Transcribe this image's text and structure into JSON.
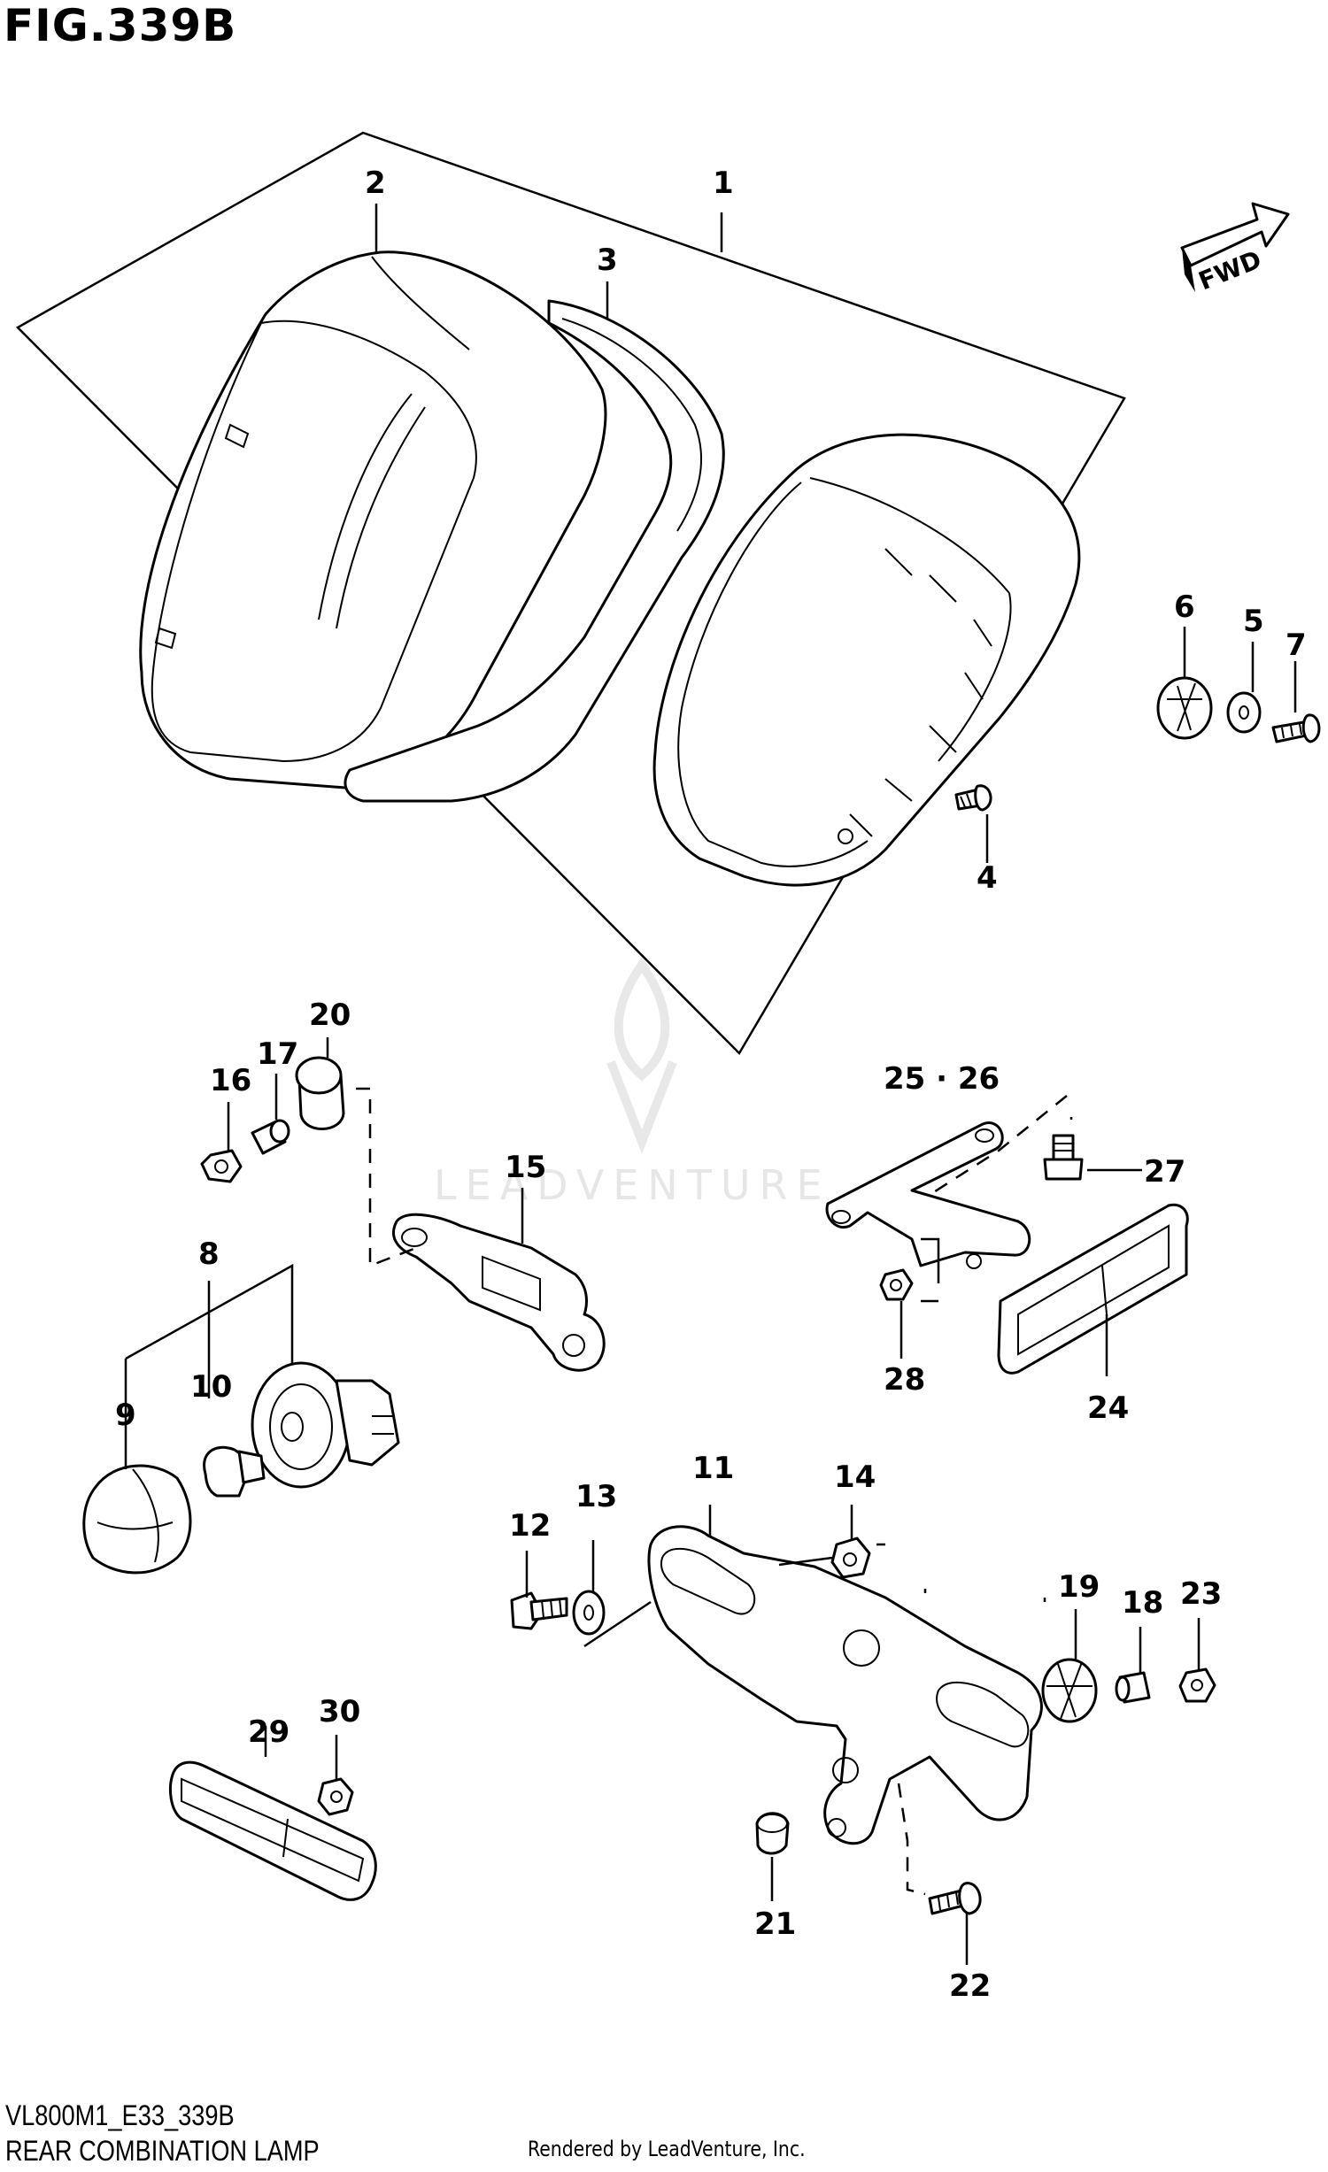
{
  "figure": {
    "title": "FIG.339B",
    "doc_code": "VL800M1_E33_339B",
    "doc_name": "REAR COMBINATION LAMP",
    "credit": "Rendered by LeadVenture, Inc.",
    "watermark": "LEADVENTURE",
    "fwd_label": "FWD"
  },
  "callouts": [
    "1",
    "2",
    "3",
    "4",
    "5",
    "6",
    "7",
    "8",
    "9",
    "10",
    "11",
    "12",
    "13",
    "14",
    "15",
    "16",
    "17",
    "18",
    "19",
    "20",
    "21",
    "22",
    "23",
    "24",
    "25 · 26",
    "27",
    "28",
    "29",
    "30"
  ]
}
